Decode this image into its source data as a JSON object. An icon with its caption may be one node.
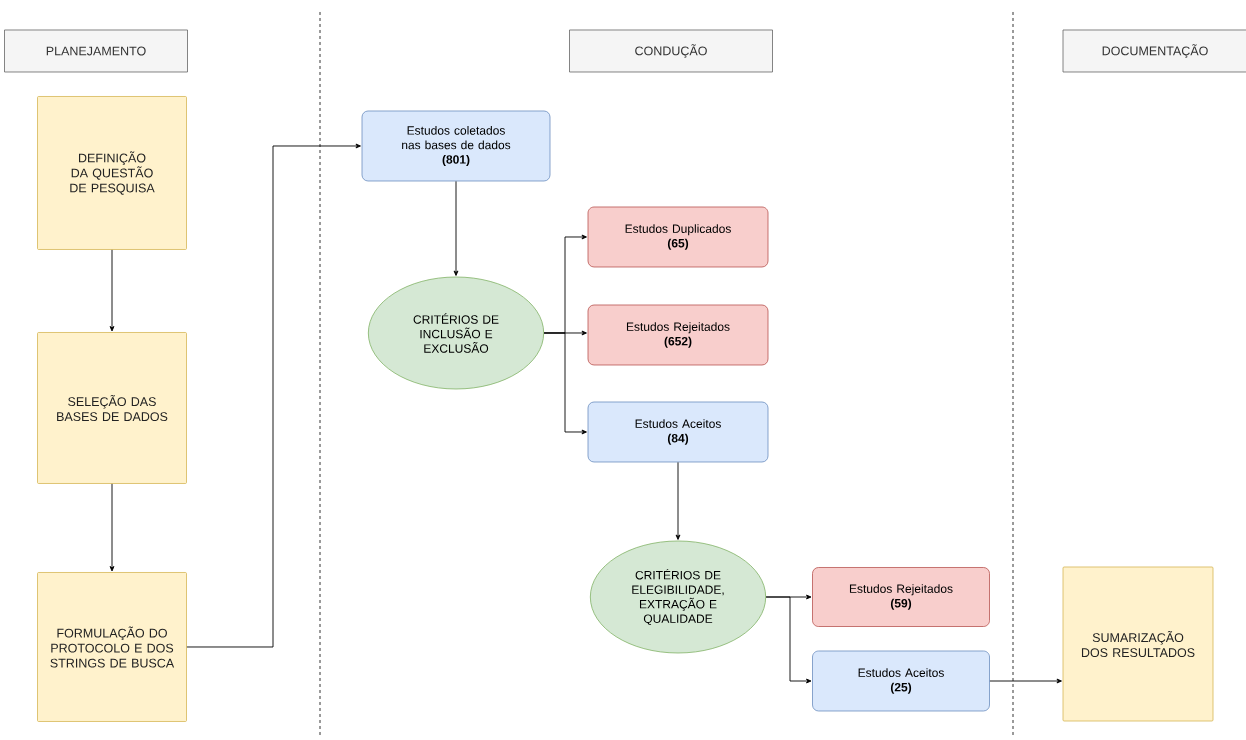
{
  "diagram": {
    "nodes": [
      {
        "text": [
          "PLANEJAMENTO"
        ]
      },
      {
        "text": [
          "CONDUÇÃO"
        ]
      },
      {
        "text": [
          "DOCUMENTAÇÃO"
        ]
      },
      {
        "text": [
          "DEFINIÇÃO DA QUESTÃO DE PESQUISA"
        ]
      },
      {
        "text": [
          "SELEÇÃO DAS BASES DE DADOS"
        ]
      },
      {
        "text": [
          "FORMULAÇÃO DO PROTOCOLO E DOS STRINGS DE BUSCA"
        ]
      },
      {
        "text": [
          "Estudos coletados nas bases de dados",
          "(801)"
        ]
      },
      {
        "text": [
          "CRITÉRIOS DE INCLUSÃO E EXCLUSÃO"
        ]
      },
      {
        "text": [
          "Estudos Duplicados",
          "(65)"
        ]
      },
      {
        "text": [
          "Estudos Rejeitados",
          "(652)"
        ]
      },
      {
        "text": [
          "Estudos Aceitos",
          "(84)"
        ]
      },
      {
        "text": [
          "CRITÉRIOS DE ELEGIBILIDADE, EXTRAÇÃO E QUALIDADE"
        ]
      },
      {
        "text": [
          "Estudos Rejeitados",
          "(59)"
        ]
      },
      {
        "text": [
          "Estudos Aceitos",
          "(25)"
        ]
      },
      {
        "text": [
          "SUMARIZAÇÃO DOS RESULTADOS"
        ]
      }
    ],
    "edges": [
      {
        "from": 3,
        "to": 4,
        "arrow": "to"
      },
      {
        "from": 4,
        "to": 5,
        "arrow": "to"
      },
      {
        "from": 5,
        "to": 6,
        "arrow": "to"
      },
      {
        "from": 6,
        "to": 7,
        "arrow": "to"
      },
      {
        "from": 7,
        "to": 8,
        "arrow": "to"
      },
      {
        "from": 7,
        "to": 9,
        "arrow": "to"
      },
      {
        "from": 7,
        "to": 10,
        "arrow": "to"
      },
      {
        "from": 10,
        "to": 11,
        "arrow": "to"
      },
      {
        "from": 11,
        "to": 12,
        "arrow": "to"
      },
      {
        "from": 11,
        "to": 13,
        "arrow": "to"
      },
      {
        "from": 13,
        "to": 14,
        "arrow": "to"
      }
    ]
  }
}
